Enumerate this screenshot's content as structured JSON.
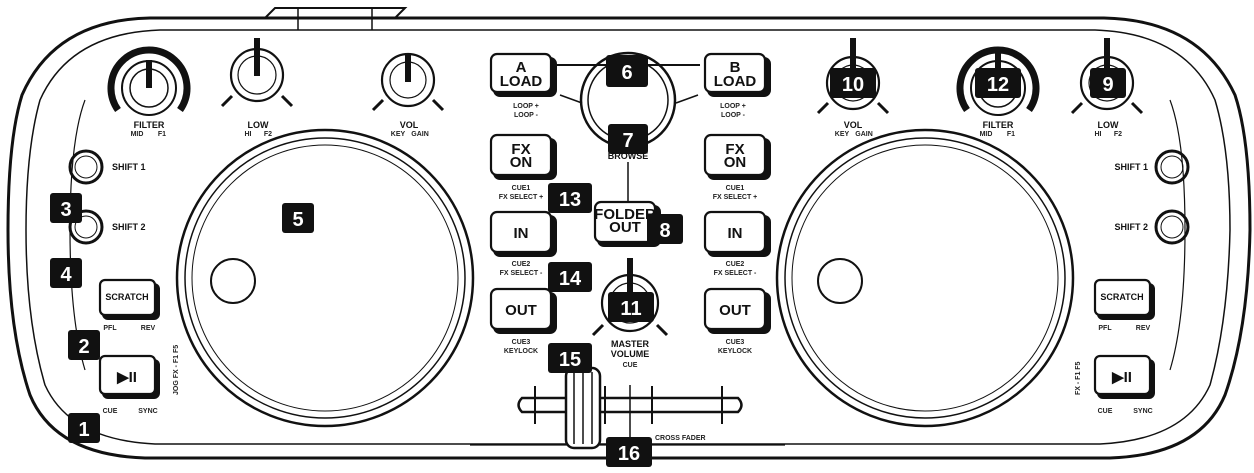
{
  "knobs": {
    "filter_label": "FILTER",
    "filter_sub_left": "MID",
    "filter_sub_right": "F1",
    "low_label": "LOW",
    "low_sub_left": "HI",
    "low_sub_right": "F2",
    "vol_label": "VOL",
    "vol_sub_left": "KEY",
    "vol_sub_right": "GAIN",
    "master_label_1": "MASTER",
    "master_label_2": "VOLUME",
    "master_label_3": "CUE"
  },
  "buttons": {
    "load_a_letter": "A",
    "load_b_letter": "B",
    "load_label": "LOAD",
    "load_sub_1": "LOOP +",
    "load_sub_2": "LOOP -",
    "fx_label_1": "FX",
    "fx_label_2": "ON",
    "fx_sub_1": "CUE1",
    "fx_sub_left_2": "FX SELECT +",
    "fx_sub_right_2": "FX SELECT +",
    "in_label": "IN",
    "in_sub_1": "CUE2",
    "in_sub_2": "FX SELECT -",
    "out_label": "OUT",
    "out_sub_1": "CUE3",
    "out_sub_2": "KEYLOCK",
    "folder_label_1": "FOLDER",
    "folder_label_2": "OUT",
    "browse_label": "BROWSE",
    "shift1_label": "SHIFT 1",
    "shift2_label": "SHIFT 2",
    "scratch_label": "SCRATCH",
    "scratch_sub_left": "PFL",
    "scratch_sub_right": "REV",
    "play_sub_left": "CUE",
    "play_sub_right": "SYNC",
    "play_glyph": "▶II"
  },
  "side_text_left": "JOG FX - F1 F5",
  "side_text_right": "FX - F1 F5",
  "crossfader_label": "CROSS FADER",
  "callouts": [
    "1",
    "2",
    "3",
    "4",
    "5",
    "6",
    "7",
    "8",
    "9",
    "10",
    "11",
    "12",
    "13",
    "14",
    "15",
    "16"
  ],
  "colors": {
    "ink": "#111111",
    "paper": "#ffffff"
  }
}
